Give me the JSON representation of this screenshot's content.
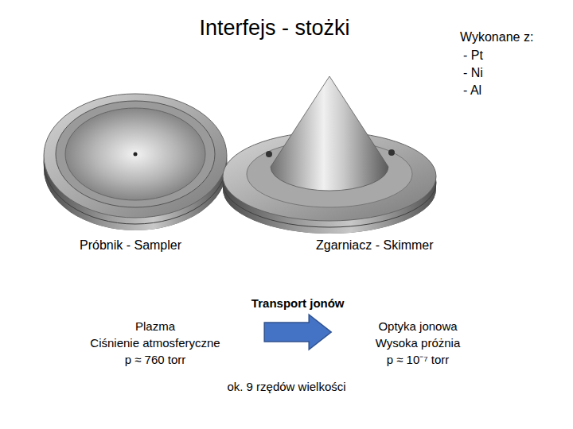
{
  "diagram": {
    "title": "Interfejs - stożki",
    "nodes": [
      {
        "text": [
          "Plazma",
          "Ciśnienie atmosferyczne",
          "p ≈ 760 torr"
        ]
      },
      {
        "text": [
          "Optyka jonowa",
          "Wysoka próżnia",
          "p ≈ 10⁻⁷ torr"
        ]
      }
    ],
    "edges": [
      {
        "from": 0,
        "to": 1,
        "label": "Transport jonów",
        "arrow": "to"
      }
    ],
    "labels": [
      "Wykonane z:",
      "- Pt",
      "- Ni",
      "- Al",
      "Próbnik - Sampler",
      "Zgarniacz - Skimmer",
      "ok. 9 rzędów wielkości"
    ]
  }
}
